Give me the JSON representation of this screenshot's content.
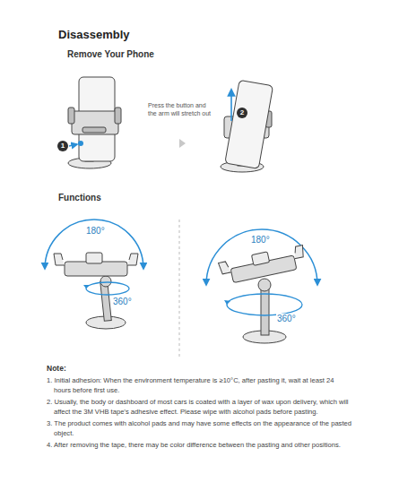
{
  "diagram": {
    "title": "Disassembly",
    "nodes": [
      {
        "text": [
          "1"
        ]
      },
      {
        "text": [
          "2"
        ]
      }
    ],
    "edges": [],
    "labels": [
      "Remove Your Phone",
      "Press the button and the arm will stretch out",
      "Functions",
      "180°",
      "360°",
      "180°",
      "360°",
      "Note:",
      "1. Initial adhesion: When the environment temperature is ≥10°C, after pasting it, wait at least 24 hours before first use.",
      "2. Usually, the body or dashboard of most cars is coated with a layer of wax upon delivery, which will affect the 3M VHB tape’s adhesive effect. Please wipe with alcohol pads before pasting.",
      "3. The product comes with alcohol pads and may have some effects on the appearance of the pasted object.",
      "4. After removing the tape, there may be color difference between the pasting and other positions."
    ]
  }
}
